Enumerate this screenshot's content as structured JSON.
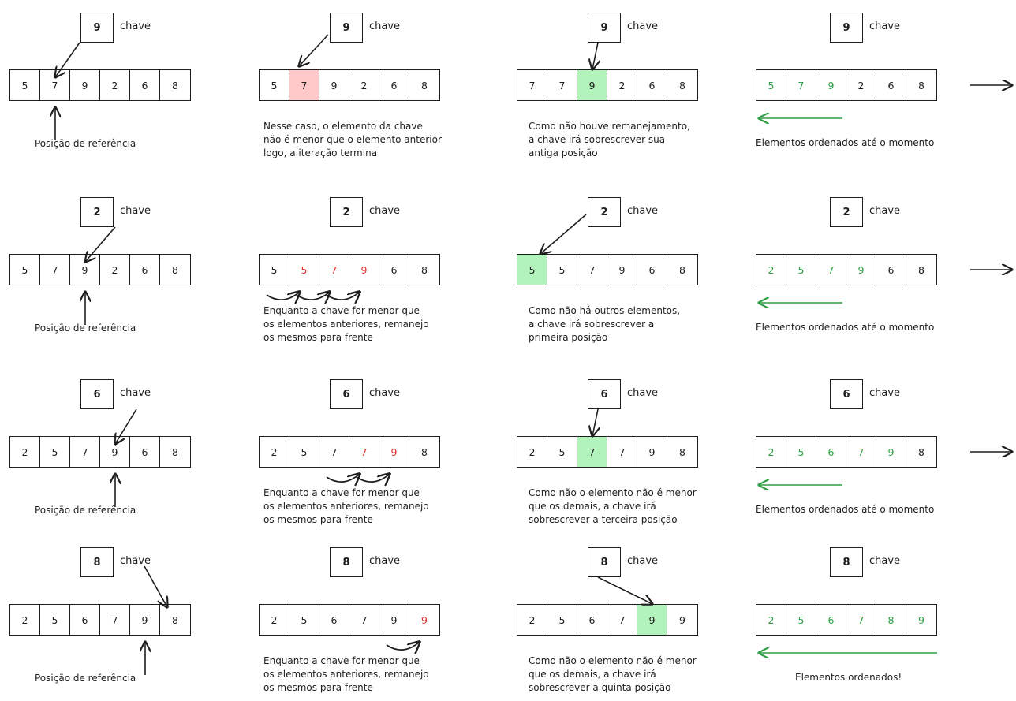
{
  "key_label": "chave",
  "ref_label": "Posição de referência",
  "sorted_label": "Elementos ordenados até o momento",
  "final_label": "Elementos ordenados!",
  "colors": {
    "red": "#e03131",
    "green": "#2f9e44",
    "red_fill": "#ffc9c9",
    "green_fill": "#b2f2bb",
    "ink": "#1e1e1e"
  },
  "rows": [
    {
      "key": "9",
      "panels": [
        {
          "step": "reference",
          "cells": [
            "5",
            "7",
            "9",
            "2",
            "6",
            "8"
          ],
          "note": ""
        },
        {
          "step": "compare",
          "cells": [
            "5",
            "7",
            "9",
            "2",
            "6",
            "8"
          ],
          "highlight": [
            1
          ],
          "highlight_type": "red",
          "red_text": [],
          "note": [
            "Nesse caso, o elemento da chave",
            "não é menor que o elemento anterior",
            "logo, a iteração termina"
          ]
        },
        {
          "step": "insert",
          "cells": [
            "7",
            "7",
            "9",
            "2",
            "6",
            "8"
          ],
          "highlight": [
            2
          ],
          "highlight_type": "green",
          "note": [
            "Como não houve remanejamento,",
            "a chave irá sobrescrever sua",
            "antiga posição"
          ]
        },
        {
          "step": "sorted",
          "cells": [
            "5",
            "7",
            "9",
            "2",
            "6",
            "8"
          ],
          "green_text": [
            0,
            1,
            2
          ],
          "note": ""
        }
      ]
    },
    {
      "key": "2",
      "panels": [
        {
          "step": "reference",
          "cells": [
            "5",
            "7",
            "9",
            "2",
            "6",
            "8"
          ],
          "note": ""
        },
        {
          "step": "shift",
          "cells": [
            "5",
            "5",
            "7",
            "9",
            "6",
            "8"
          ],
          "red_text": [
            1,
            2,
            3
          ],
          "note": [
            "Enquanto a chave for menor que",
            "os elementos anteriores, remanejo",
            "os mesmos para frente"
          ]
        },
        {
          "step": "insert",
          "cells": [
            "5",
            "5",
            "7",
            "9",
            "6",
            "8"
          ],
          "highlight": [
            0
          ],
          "highlight_type": "green",
          "note": [
            "Como não há outros elementos,",
            "a chave irá sobrescrever a",
            "primeira posição"
          ]
        },
        {
          "step": "sorted",
          "cells": [
            "2",
            "5",
            "7",
            "9",
            "6",
            "8"
          ],
          "green_text": [
            0,
            1,
            2,
            3
          ],
          "note": ""
        }
      ]
    },
    {
      "key": "6",
      "panels": [
        {
          "step": "reference",
          "cells": [
            "2",
            "5",
            "7",
            "9",
            "6",
            "8"
          ],
          "note": ""
        },
        {
          "step": "shift",
          "cells": [
            "2",
            "5",
            "7",
            "7",
            "9",
            "8"
          ],
          "red_text": [
            3,
            4
          ],
          "note": [
            "Enquanto a chave for menor que",
            "os elementos anteriores, remanejo",
            "os mesmos para frente"
          ]
        },
        {
          "step": "insert",
          "cells": [
            "2",
            "5",
            "7",
            "7",
            "9",
            "8"
          ],
          "highlight": [
            2
          ],
          "highlight_type": "green",
          "note": [
            "Como não o elemento não é menor",
            "que os demais, a chave irá",
            "sobrescrever a terceira posição"
          ]
        },
        {
          "step": "sorted",
          "cells": [
            "2",
            "5",
            "6",
            "7",
            "9",
            "8"
          ],
          "green_text": [
            0,
            1,
            2,
            3,
            4
          ],
          "note": ""
        }
      ]
    },
    {
      "key": "8",
      "panels": [
        {
          "step": "reference",
          "cells": [
            "2",
            "5",
            "6",
            "7",
            "9",
            "8"
          ],
          "note": ""
        },
        {
          "step": "shift",
          "cells": [
            "2",
            "5",
            "6",
            "7",
            "9",
            "9"
          ],
          "red_text": [
            5
          ],
          "note": [
            "Enquanto a chave for menor que",
            "os elementos anteriores, remanejo",
            "os mesmos para frente"
          ]
        },
        {
          "step": "insert",
          "cells": [
            "2",
            "5",
            "6",
            "7",
            "9",
            "9"
          ],
          "highlight": [
            4
          ],
          "highlight_type": "green",
          "note": [
            "Como não o elemento não é menor",
            "que os demais, a chave irá",
            "sobrescrever a quinta posição"
          ]
        },
        {
          "step": "final",
          "cells": [
            "2",
            "5",
            "6",
            "7",
            "8",
            "9"
          ],
          "green_text": [
            0,
            1,
            2,
            3,
            4,
            5
          ],
          "note": ""
        }
      ]
    }
  ]
}
